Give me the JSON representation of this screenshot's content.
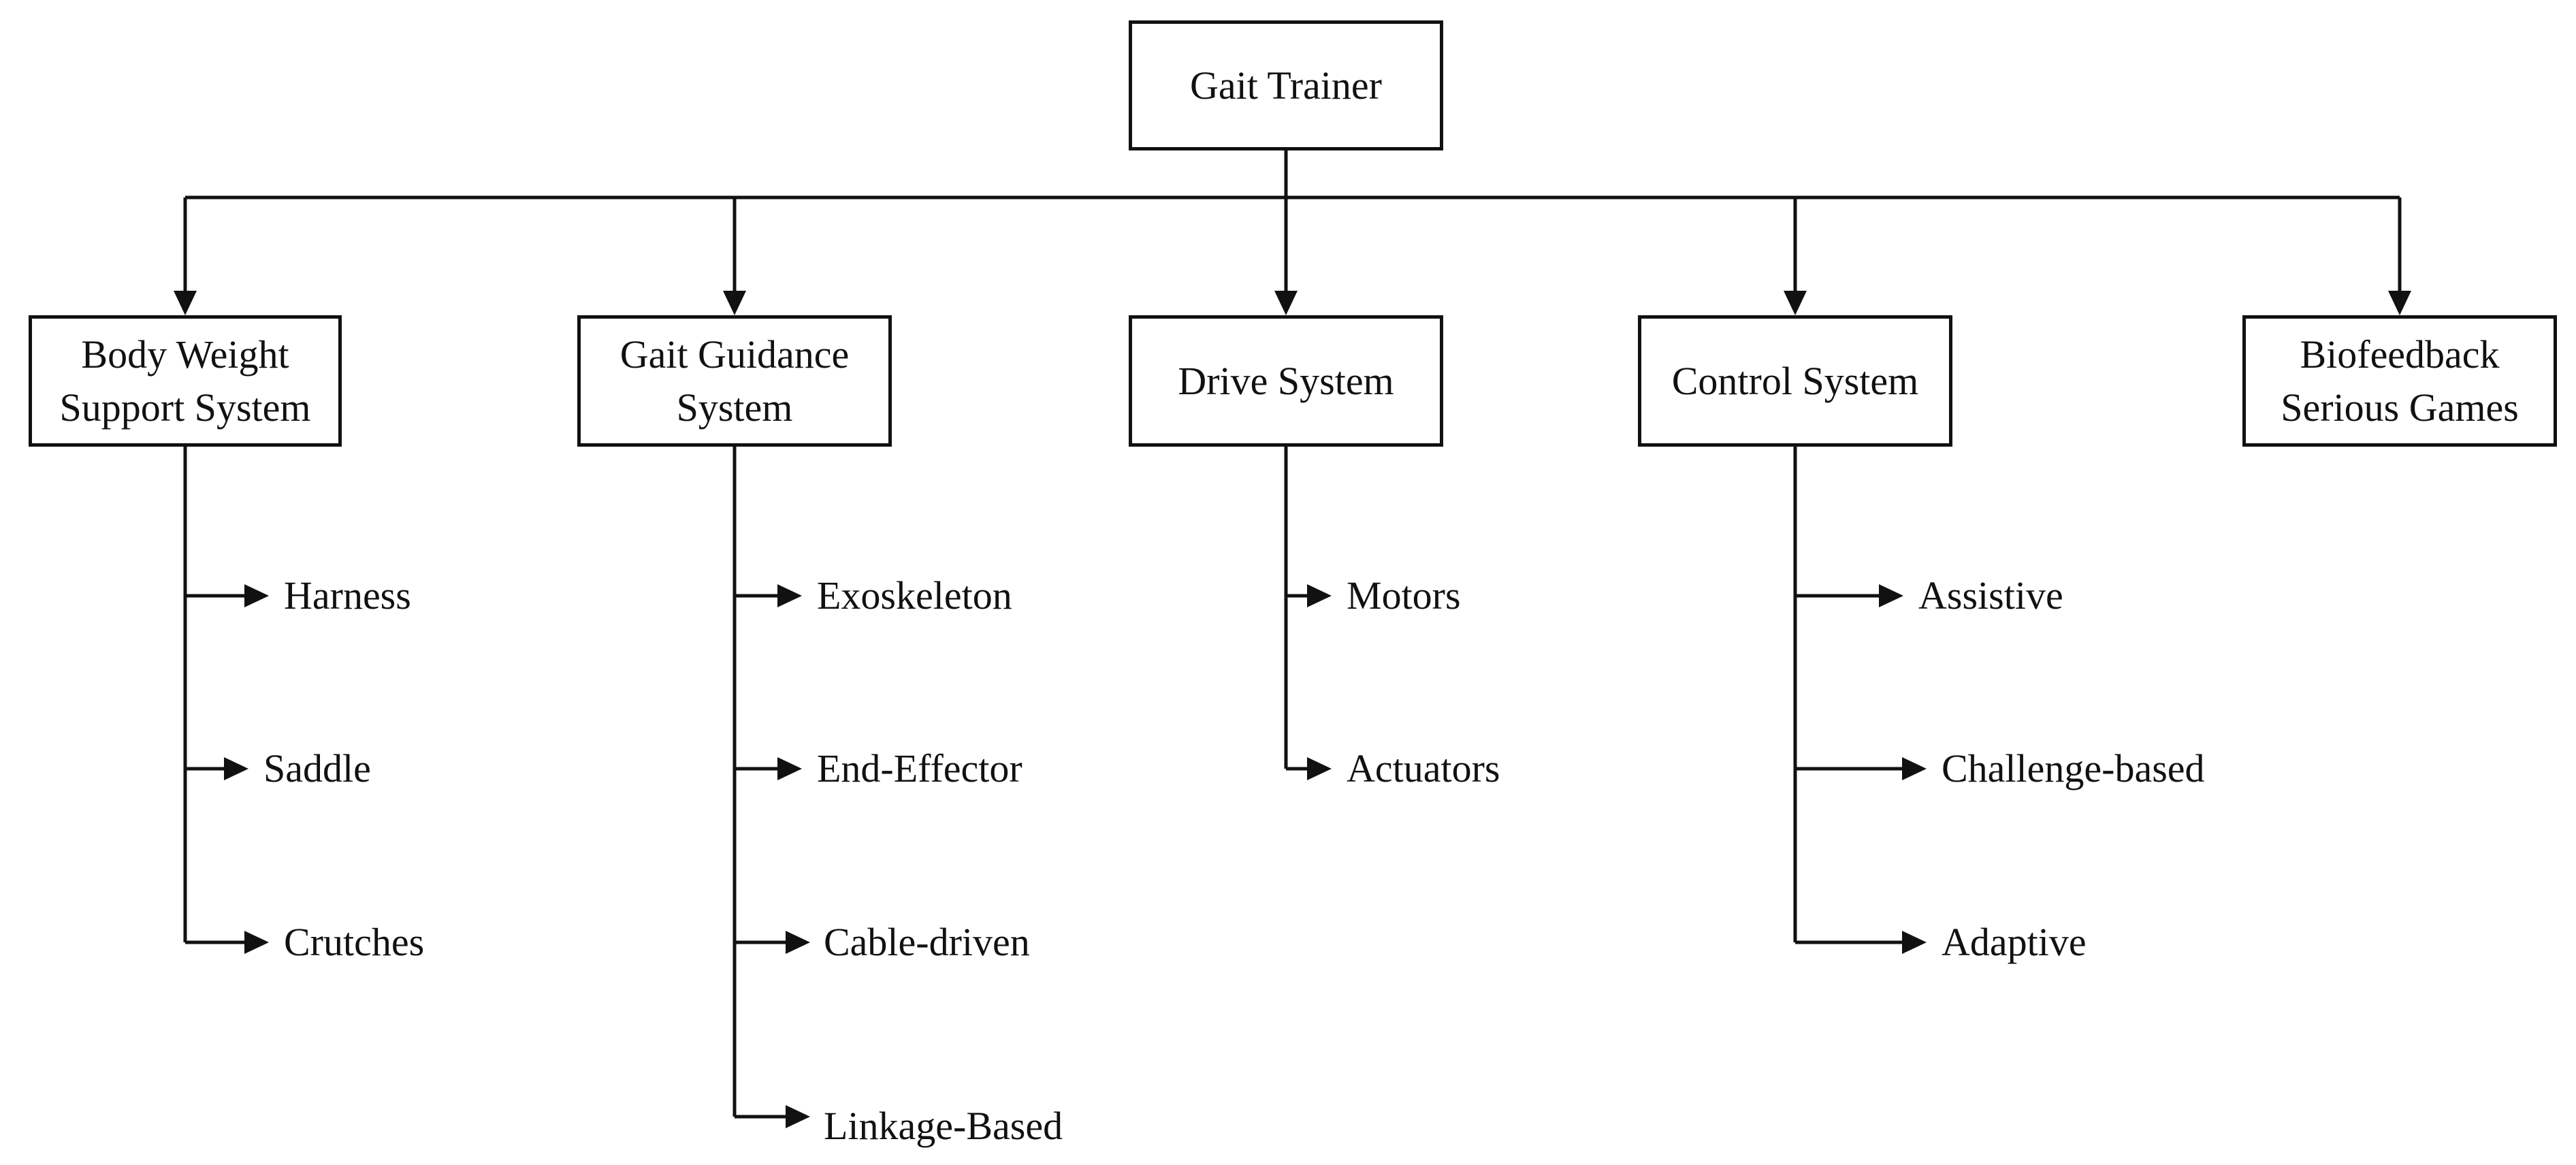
{
  "root": {
    "label": "Gait Trainer"
  },
  "categories": [
    {
      "label": "Body Weight\nSupport System",
      "children": [
        "Harness",
        "Saddle",
        "Crutches"
      ]
    },
    {
      "label": "Gait Guidance\nSystem",
      "children": [
        "Exoskeleton",
        "End-Effector",
        "Cable-driven",
        "Linkage-Based"
      ]
    },
    {
      "label": "Drive System",
      "children": [
        "Motors",
        "Actuators"
      ]
    },
    {
      "label": "Control System",
      "children": [
        "Assistive",
        "Challenge-based",
        "Adaptive"
      ]
    },
    {
      "label": "Biofeedback\nSerious Games",
      "children": []
    }
  ],
  "colors": {
    "line": "#111111",
    "background": "#ffffff"
  }
}
